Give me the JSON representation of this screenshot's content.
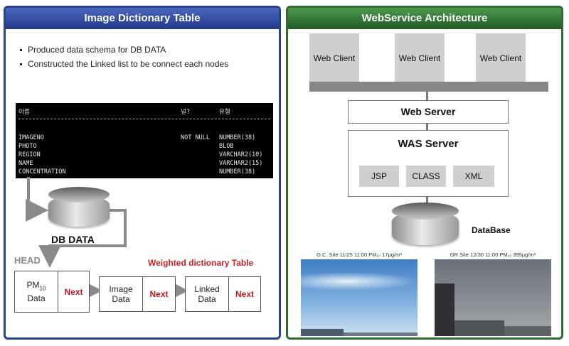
{
  "left": {
    "title": "Image Dictionary Table",
    "bullets": [
      "Produced data schema for DB DATA",
      "Constructed the Linked list to be connect each nodes"
    ],
    "terminal": {
      "headers": [
        "이름",
        "널?",
        "유형"
      ],
      "rows": [
        {
          "name": "IMAGENO",
          "null": "NOT NULL",
          "type": "NUMBER(38)"
        },
        {
          "name": "PHOTO",
          "null": "",
          "type": "BLOB"
        },
        {
          "name": "REGION",
          "null": "",
          "type": "VARCHAR2(10)"
        },
        {
          "name": "NAME",
          "null": "",
          "type": "VARCHAR2(15)"
        },
        {
          "name": "CONCENTRATION",
          "null": "",
          "type": "NUMBER(38)"
        }
      ]
    },
    "db_label": "DB DATA",
    "head_label": "HEAD",
    "weighted_label": "Weighted dictionary Table",
    "nodes": [
      {
        "pm": "PM",
        "pm_sub": "10",
        "data": "Data",
        "next": "Next"
      },
      {
        "line1": "Image",
        "line2": "Data",
        "next": "Next"
      },
      {
        "line1": "Linked",
        "line2": "Data",
        "next": "Next"
      }
    ]
  },
  "right": {
    "title": "WebService Architecture",
    "clients": [
      "Web Client",
      "Web Client",
      "Web Client"
    ],
    "web_server": "Web Server",
    "was_server": "WAS Server",
    "modules": [
      "JSP",
      "CLASS",
      "XML"
    ],
    "db_label": "DataBase",
    "photos": [
      {
        "caption": "G.C. Site 11/25 11:00 PM₁₀ 17μg/m³"
      },
      {
        "caption": "GR Site 12/30 11:00 PM₁₀ 395μg/m³"
      }
    ]
  },
  "colors": {
    "left_header": "#27418d",
    "right_header": "#2e6b33",
    "next_red": "#c0181e",
    "weighted_red": "#d11f26"
  }
}
